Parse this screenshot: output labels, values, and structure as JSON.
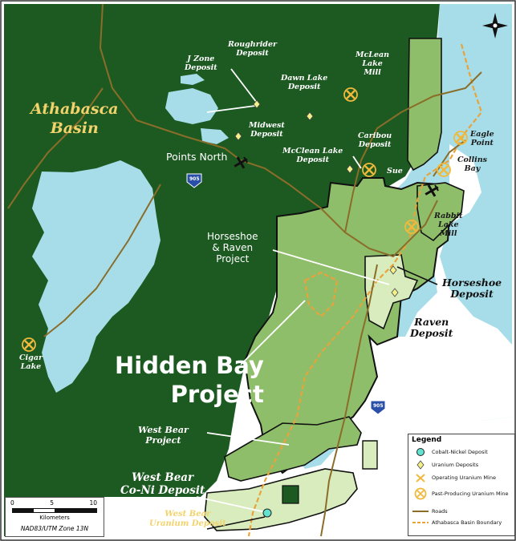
{
  "regions": {
    "athabasca_basin": "Athabasca\nBasin"
  },
  "places": {
    "points_north": "Points North",
    "highway_905": "905"
  },
  "deposits": {
    "j_zone": "J Zone\nDeposit",
    "roughrider": "Roughrider\nDeposit",
    "dawn_lake": "Dawn Lake\nDeposit",
    "midwest": "Midwest\nDeposit",
    "mclean_lake_mill": "McLean\nLake\nMill",
    "caribou": "Caribou\nDeposit",
    "mcclean_lake": "McClean Lake\nDeposit",
    "sue": "Sue",
    "eagle_point": "Eagle\nPoint",
    "collins_bay": "Collins\nBay",
    "rabbit_lake_mill": "Rabbit\nLake\nMill",
    "horseshoe": "Horseshoe\nDeposit",
    "raven": "Raven\nDeposit",
    "cigar_lake": "Cigar\nLake",
    "west_bear_co_ni": "West Bear\nCo-Ni Deposit",
    "west_bear_uranium": "West Bear\nUranium Deposit"
  },
  "projects": {
    "horseshoe_raven": "Horseshoe\n& Raven\nProject",
    "hidden_bay": "Hidden Bay\nProject",
    "west_bear": "West Bear\nProject"
  },
  "legend": {
    "title": "Legend",
    "items": [
      {
        "label": "Cobalt-Nickel Deposit",
        "icon": "cyan-circle-icon"
      },
      {
        "label": "Uranium Deposits",
        "icon": "yellow-diamond-icon"
      },
      {
        "label": "Operating Uranium Mine",
        "icon": "pick-axe-icon"
      },
      {
        "label": "Past-Producing Uranium Mine",
        "icon": "circled-pick-axe-icon"
      },
      {
        "label": "Roads",
        "icon": "brown-line-icon"
      },
      {
        "label": "Athabasca Basin Boundary",
        "icon": "orange-dashed-line-icon"
      }
    ]
  },
  "scale_bar": {
    "ticks": [
      "0",
      "5",
      "10"
    ],
    "unit": "Kilometers",
    "projection": "NAD83/UTM Zone 13N"
  },
  "colors": {
    "forest": "#1d5a22",
    "water": "#a6dde8",
    "claim_mid": "#8fbe6b",
    "claim_light": "#d9ecbd",
    "road": "#8b6d2a",
    "basin_boundary": "#e8a33b",
    "deposit_yellow": "#f3f08a"
  },
  "compass_icon": "north-arrow-icon",
  "airport_icon": "airplane-icon"
}
